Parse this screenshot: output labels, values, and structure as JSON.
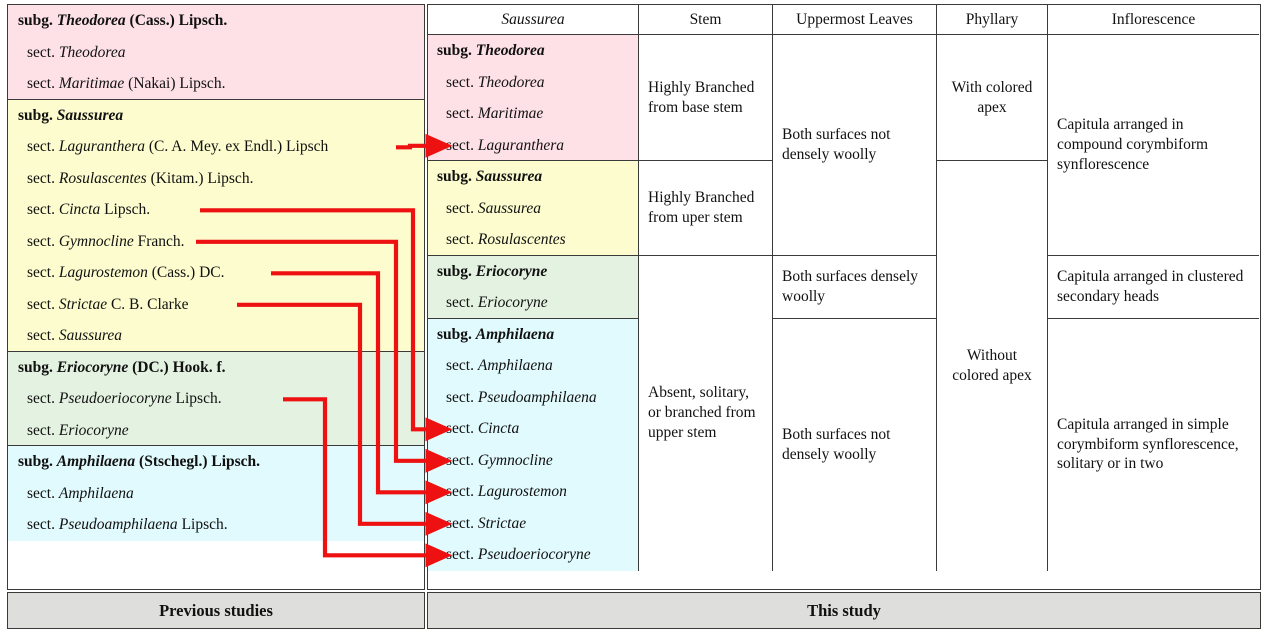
{
  "figure": {
    "type": "taxonomy-comparison-table",
    "accent_arrow_color": "#ee1111",
    "colors": {
      "theodorea": "#fde1e6",
      "saussurea": "#fcfcce",
      "eriocoryne": "#e4f3e1",
      "amphilaena": "#e0fafd",
      "footer": "#dededc",
      "border": "#3a3a3a"
    }
  },
  "left_panel": {
    "caption": "Previous studies",
    "blocks": [
      {
        "id": "theodorea",
        "color_key": "theodorea",
        "rows": [
          {
            "rank": "subg.",
            "name": "Theodorea",
            "authority": "(Cass.) Lipsch.",
            "bold": true
          },
          {
            "rank": "sect.",
            "name": "Theodorea",
            "authority": "",
            "bold": false
          },
          {
            "rank": "sect.",
            "name": "Maritimae",
            "authority": "(Nakai) Lipsch.",
            "bold": false
          }
        ]
      },
      {
        "id": "saussurea",
        "color_key": "saussurea",
        "rows": [
          {
            "rank": "subg.",
            "name": "Saussurea",
            "authority": "",
            "bold": true
          },
          {
            "rank": "sect.",
            "name": "Laguranthera",
            "authority": "(C. A. Mey. ex Endl.) Lipsch",
            "bold": false
          },
          {
            "rank": "sect.",
            "name": "Rosulascentes",
            "authority": "(Kitam.) Lipsch.",
            "bold": false
          },
          {
            "rank": "sect.",
            "name": "Cincta",
            "authority": "Lipsch.",
            "bold": false
          },
          {
            "rank": "sect.",
            "name": "Gymnocline",
            "authority": "Franch.",
            "bold": false
          },
          {
            "rank": "sect.",
            "name": "Lagurostemon",
            "authority": "(Cass.) DC.",
            "bold": false
          },
          {
            "rank": "sect.",
            "name": "Strictae",
            "authority": "C. B. Clarke",
            "bold": false
          },
          {
            "rank": "sect.",
            "name": "Saussurea",
            "authority": "",
            "bold": false
          }
        ]
      },
      {
        "id": "eriocoryne",
        "color_key": "eriocoryne",
        "rows": [
          {
            "rank": "subg.",
            "name": "Eriocoryne",
            "authority": "(DC.) Hook. f.",
            "bold": true
          },
          {
            "rank": "sect.",
            "name": "Pseudoeriocoryne",
            "authority": "Lipsch.",
            "bold": false
          },
          {
            "rank": "sect.",
            "name": "Eriocoryne",
            "authority": "",
            "bold": false
          }
        ]
      },
      {
        "id": "amphilaena",
        "color_key": "amphilaena",
        "rows": [
          {
            "rank": "subg.",
            "name": "Amphilaena",
            "authority": "(Stschegl.) Lipsch.",
            "bold": true
          },
          {
            "rank": "sect.",
            "name": "Amphilaena",
            "authority": "",
            "bold": false
          },
          {
            "rank": "sect.",
            "name": "Pseudoamphilaena",
            "authority": "Lipsch.",
            "bold": false
          }
        ]
      }
    ]
  },
  "right_table": {
    "caption": "This study",
    "headers": {
      "taxon": "Saussurea",
      "stem": "Stem",
      "leaves": "Uppermost Leaves",
      "phyllary": "Phyllary",
      "inflorescence": "Inflorescence"
    },
    "blocks": [
      {
        "id": "theodorea",
        "color_key": "theodorea",
        "rows": [
          {
            "rank": "subg.",
            "name": "Theodorea",
            "bold": true,
            "arrow": false
          },
          {
            "rank": "sect.",
            "name": "Theodorea",
            "bold": false,
            "arrow": false
          },
          {
            "rank": "sect.",
            "name": "Maritimae",
            "bold": false,
            "arrow": false
          },
          {
            "rank": "sect.",
            "name": "Laguranthera",
            "bold": false,
            "arrow": true
          }
        ]
      },
      {
        "id": "saussurea",
        "color_key": "saussurea",
        "rows": [
          {
            "rank": "subg.",
            "name": "Saussurea",
            "bold": true,
            "arrow": false
          },
          {
            "rank": "sect.",
            "name": "Saussurea",
            "bold": false,
            "arrow": false
          },
          {
            "rank": "sect.",
            "name": "Rosulascentes",
            "bold": false,
            "arrow": false
          }
        ]
      },
      {
        "id": "eriocoryne",
        "color_key": "eriocoryne",
        "rows": [
          {
            "rank": "subg.",
            "name": "Eriocoryne",
            "bold": true,
            "arrow": false
          },
          {
            "rank": "sect.",
            "name": "Eriocoryne",
            "bold": false,
            "arrow": false
          }
        ]
      },
      {
        "id": "amphilaena",
        "color_key": "amphilaena",
        "rows": [
          {
            "rank": "subg.",
            "name": "Amphilaena",
            "bold": true,
            "arrow": false
          },
          {
            "rank": "sect.",
            "name": "Amphilaena",
            "bold": false,
            "arrow": false
          },
          {
            "rank": "sect.",
            "name": "Pseudoamphilaena",
            "bold": false,
            "arrow": false
          },
          {
            "rank": "sect.",
            "name": "Cincta",
            "bold": false,
            "arrow": true
          },
          {
            "rank": "sect.",
            "name": "Gymnocline",
            "bold": false,
            "arrow": true
          },
          {
            "rank": "sect.",
            "name": "Lagurostemon",
            "bold": false,
            "arrow": true
          },
          {
            "rank": "sect.",
            "name": "Strictae",
            "bold": false,
            "arrow": true
          },
          {
            "rank": "sect.",
            "name": "Pseudoeriocoryne",
            "bold": false,
            "arrow": true
          }
        ]
      }
    ],
    "stem_cells": [
      "Highly Branched from base stem",
      "Highly Branched from uper stem",
      "Absent, solitary, or branched from upper stem"
    ],
    "leaves_cells": [
      "Both surfaces not densely woolly",
      "Both surfaces densely woolly",
      "Both surfaces not densely woolly"
    ],
    "phyllary_cells": [
      "With colored apex",
      "Without colored apex"
    ],
    "inflorescence_cells": [
      "Capitula arranged in compound corymbiform synflorescence",
      "Capitula arranged in clustered secondary heads",
      "Capitula arranged in simple corymbiform synflorescence, solitary or  in two"
    ]
  }
}
